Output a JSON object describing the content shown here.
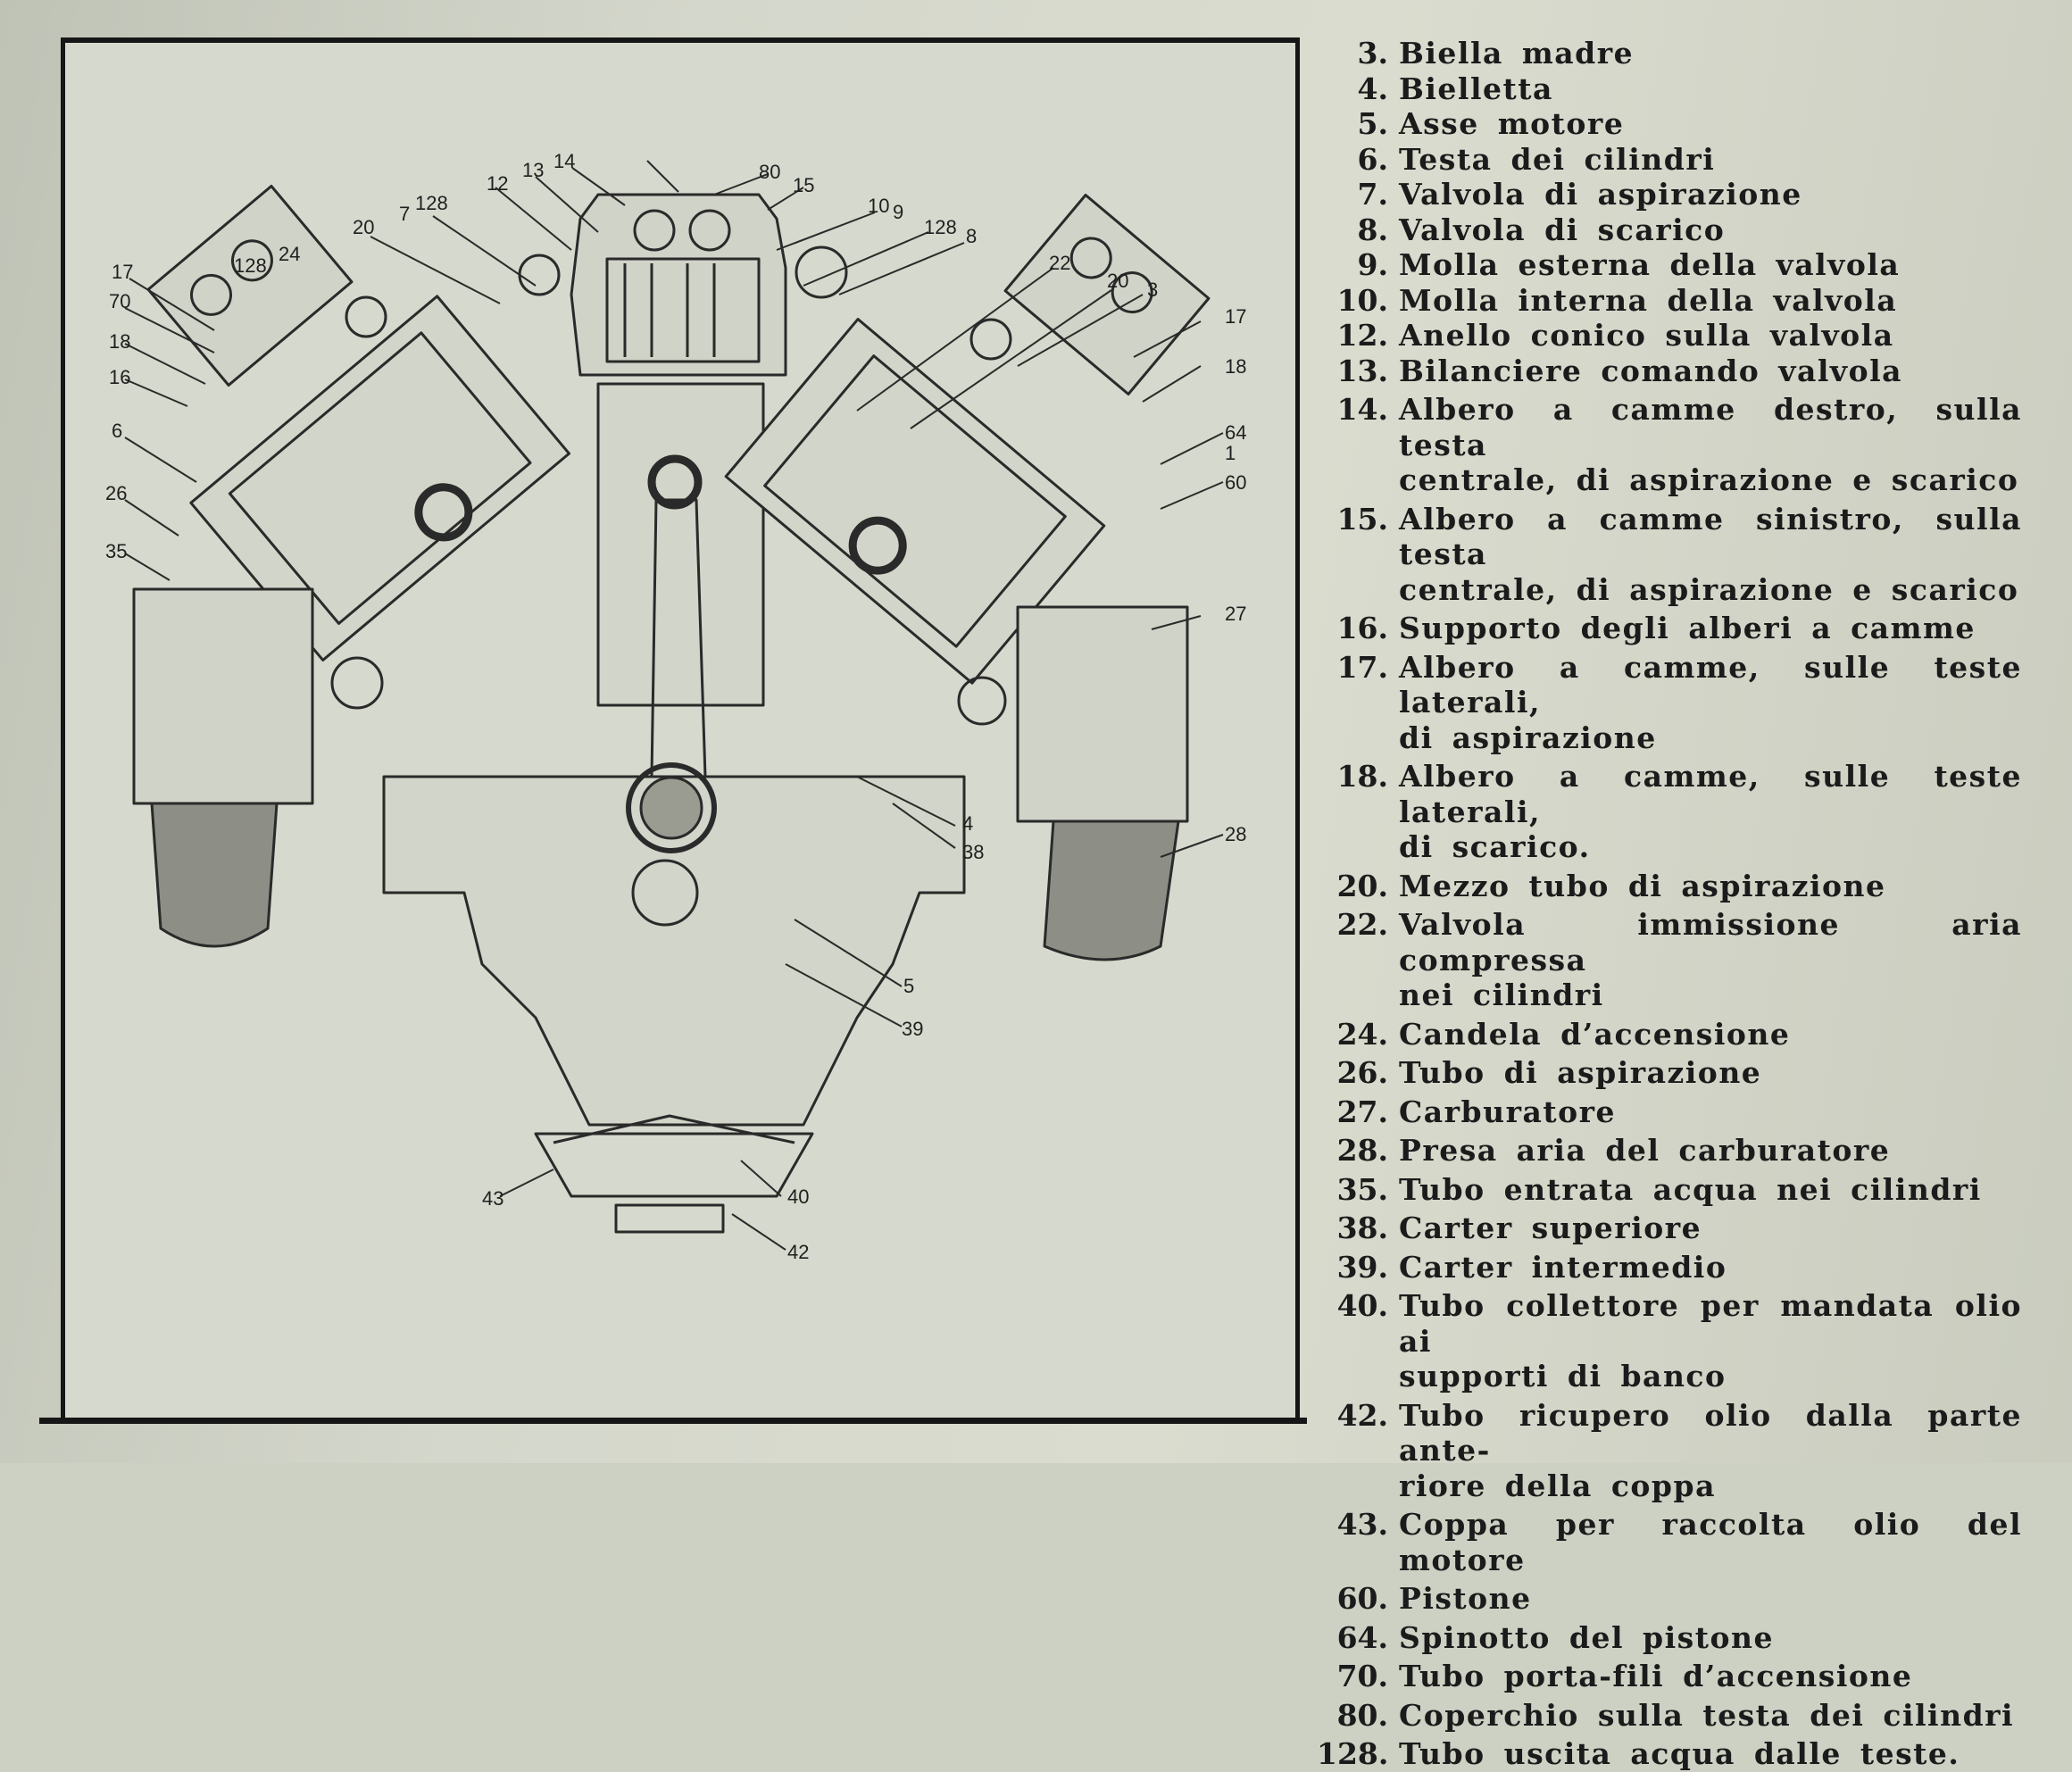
{
  "callouts": [
    "3",
    "4",
    "5",
    "6",
    "7",
    "8",
    "9",
    "10",
    "12",
    "13",
    "14",
    "15",
    "16",
    "17",
    "18",
    "20",
    "22",
    "24",
    "26",
    "27",
    "28",
    "35",
    "38",
    "39",
    "40",
    "42",
    "43",
    "60",
    "64",
    "70",
    "80",
    "128",
    "1"
  ],
  "legend": [
    {
      "num": "3.",
      "text": "Biella madre"
    },
    {
      "num": "4.",
      "text": "Bielletta"
    },
    {
      "num": "5.",
      "text": "Asse motore"
    },
    {
      "num": "6.",
      "text": "Testa dei cilindri"
    },
    {
      "num": "7.",
      "text": "Valvola di aspirazione"
    },
    {
      "num": "8.",
      "text": "Valvola di scarico"
    },
    {
      "num": "9.",
      "text": "Molla esterna della valvola"
    },
    {
      "num": "10.",
      "text": "Molla interna della valvola"
    },
    {
      "num": "12.",
      "text": "Anello conico sulla valvola"
    },
    {
      "num": "13.",
      "text": "Bilanciere comando valvola"
    },
    {
      "num": "14.",
      "text": "Albero a camme destro, sulla testa",
      "cont": "centrale, di aspirazione e scarico"
    },
    {
      "num": "15.",
      "text": "Albero a camme sinistro, sulla testa",
      "cont": "centrale, di aspirazione e scarico"
    },
    {
      "num": "16.",
      "text": "Supporto degli alberi a camme"
    },
    {
      "num": "17.",
      "text": "Albero a camme, sulle teste laterali,",
      "cont": "di aspirazione"
    },
    {
      "num": "18.",
      "text": "Albero a camme, sulle teste laterali,",
      "cont": "di scarico."
    },
    {
      "num": "20.",
      "text": "Mezzo tubo di aspirazione"
    },
    {
      "num": "22.",
      "text": "Valvola immissione aria compressa",
      "cont": "nei cilindri"
    },
    {
      "num": "24.",
      "text": "Candela d’accensione"
    },
    {
      "num": "26.",
      "text": "Tubo di aspirazione"
    },
    {
      "num": "27.",
      "text": "Carburatore"
    },
    {
      "num": "28.",
      "text": "Presa aria del carburatore"
    },
    {
      "num": "35.",
      "text": "Tubo entrata acqua nei cilindri"
    },
    {
      "num": "38.",
      "text": "Carter superiore"
    },
    {
      "num": "39.",
      "text": "Carter intermedio"
    },
    {
      "num": "40.",
      "text": "Tubo collettore per mandata olio ai",
      "cont": "supporti di banco"
    },
    {
      "num": "42.",
      "text": "Tubo ricupero olio dalla parte ante-",
      "cont": "riore della coppa"
    },
    {
      "num": "43.",
      "text": "Coppa per raccolta olio del motore"
    },
    {
      "num": "60.",
      "text": "Pistone"
    },
    {
      "num": "64.",
      "text": "Spinotto del pistone"
    },
    {
      "num": "70.",
      "text": "Tubo porta-fili d’accensione"
    },
    {
      "num": "80.",
      "text": "Coperchio sulla testa dei cilindri"
    },
    {
      "num": "128.",
      "text": "Tubo uscita acqua dalle teste."
    }
  ]
}
